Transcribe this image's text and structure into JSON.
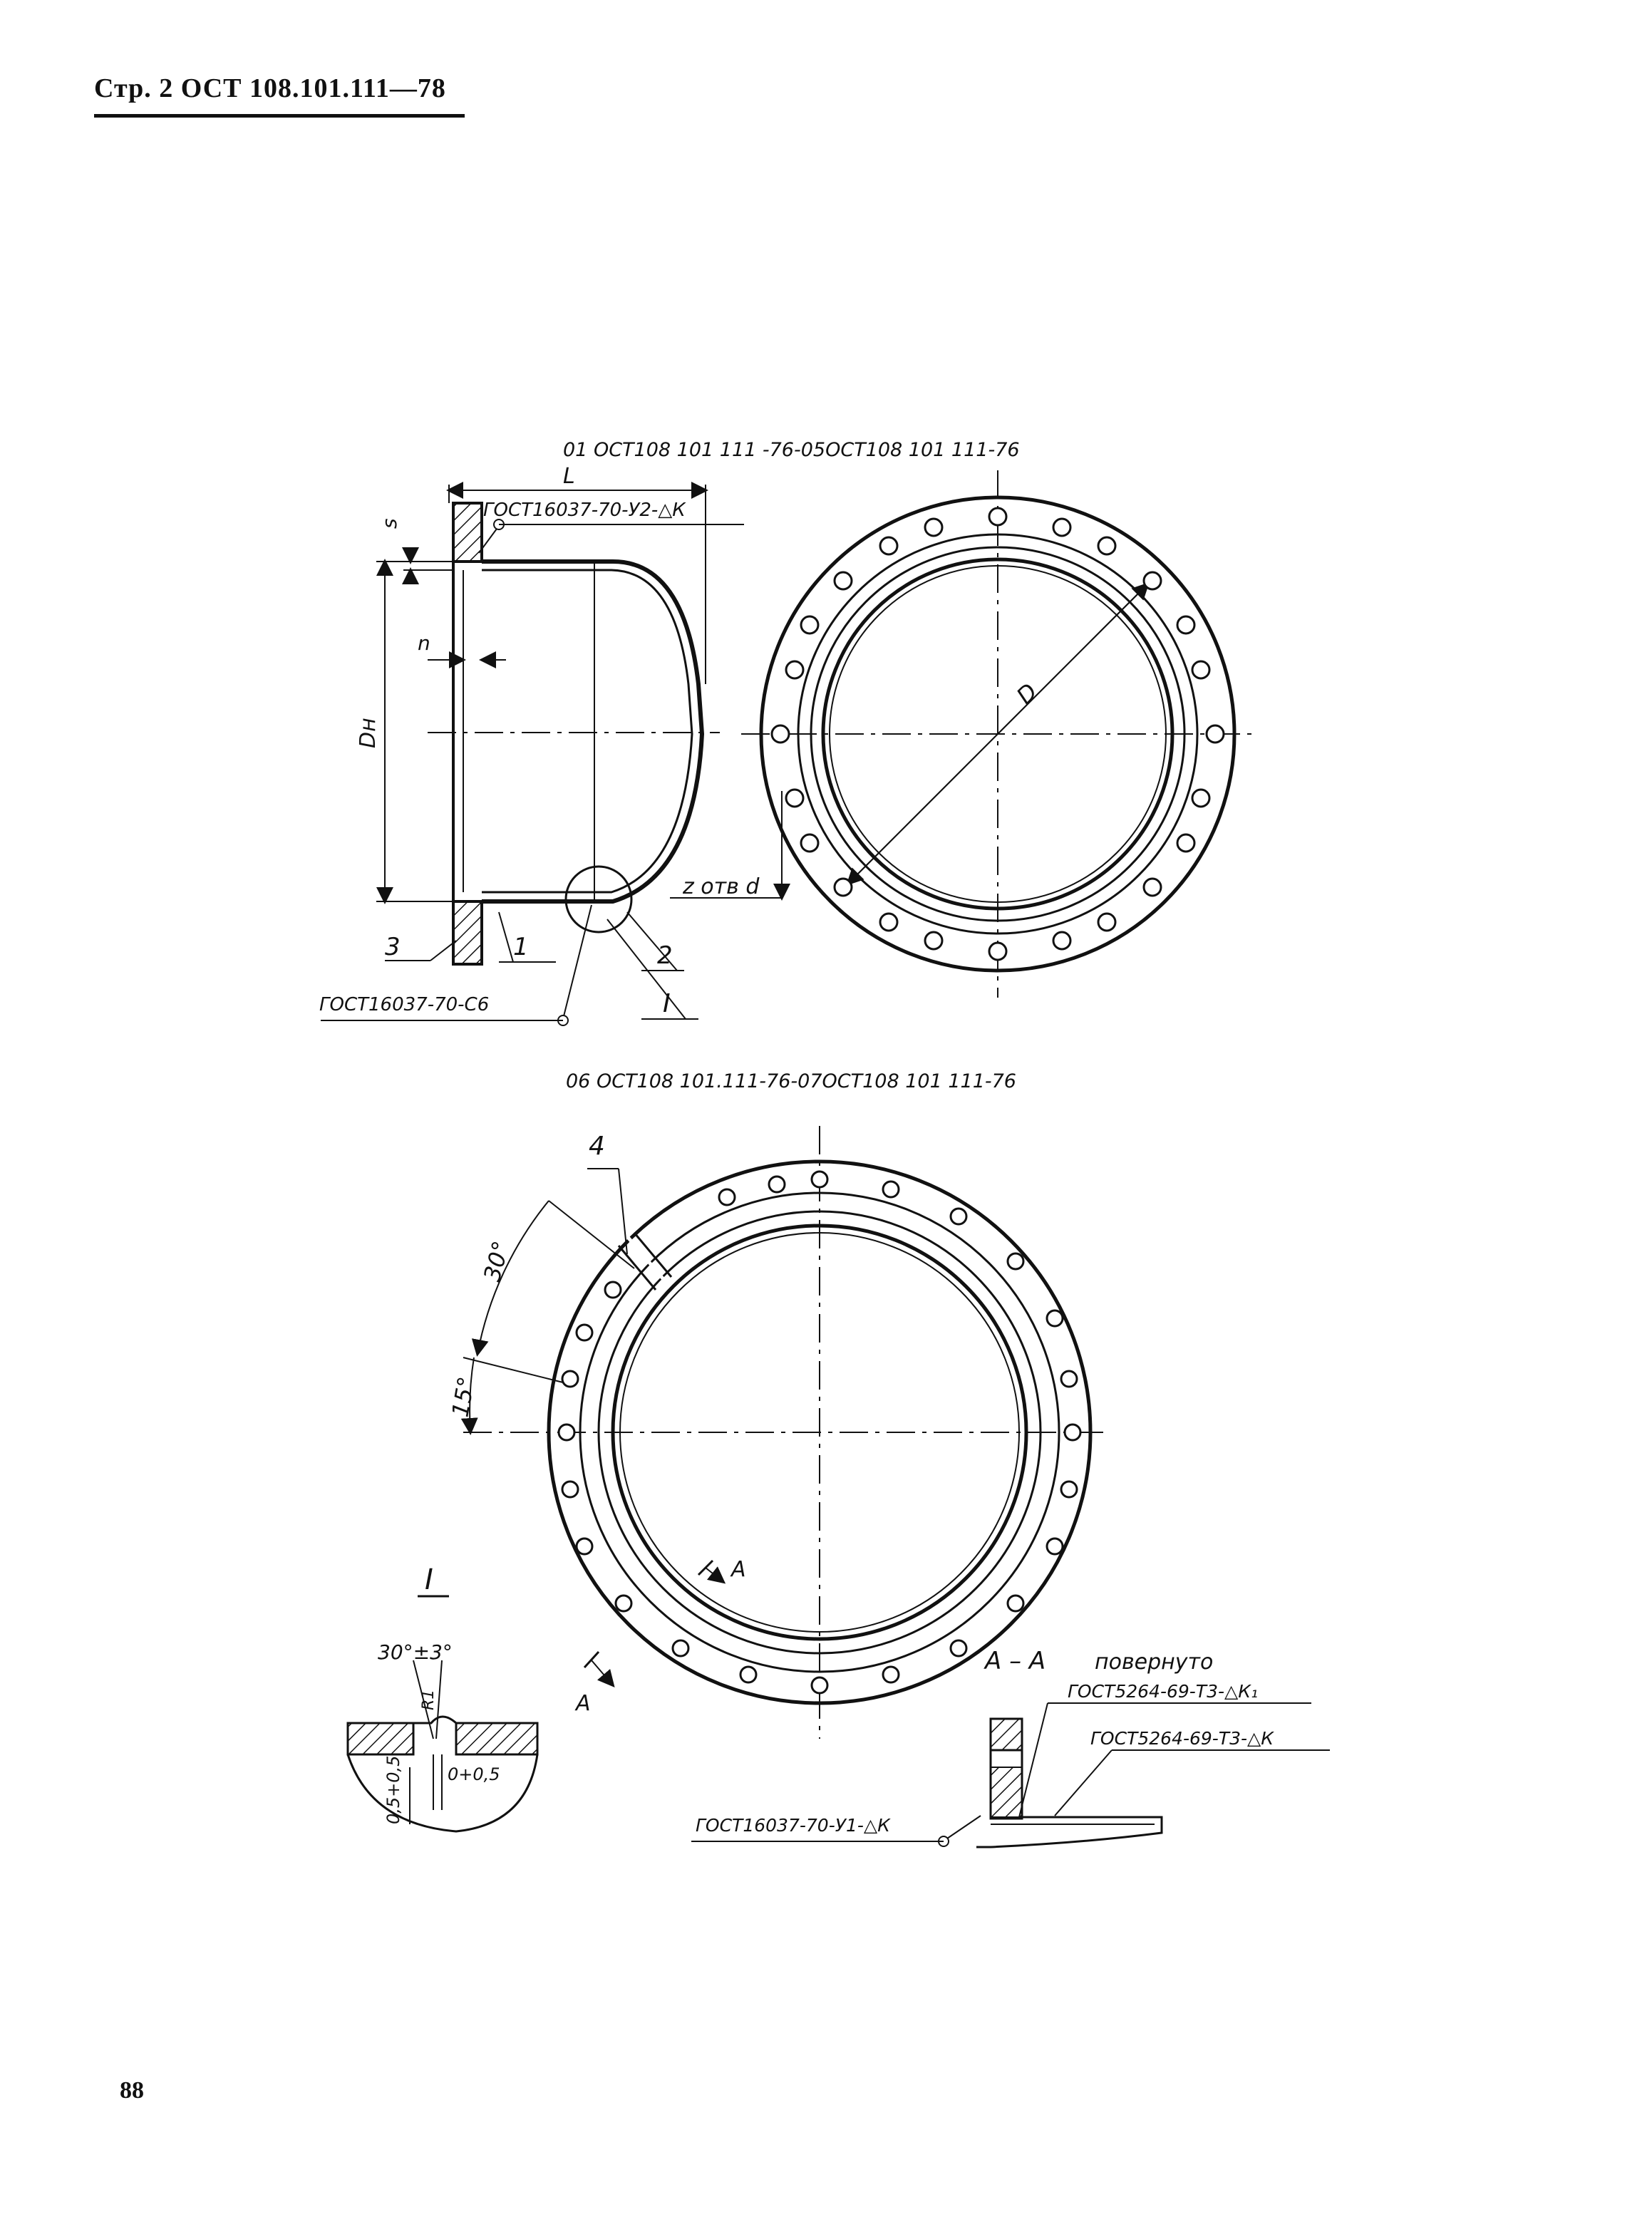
{
  "header": {
    "text": "Стр. 2   ОСТ 108.101.111—78"
  },
  "page_number": "88",
  "view1": {
    "caption": "01 ОСТ108 101 111 -76-05ОСТ108 101 111-76",
    "dim_L": "L",
    "dim_s": "s",
    "dim_n": "n",
    "dim_Dn": "Dн",
    "dim_D": "D",
    "weld_top": "ГОСТ16037-70-У2-△К",
    "weld_bottom": "ГОСТ16037-70-С6",
    "holes": "z отв d",
    "pos1": "1",
    "pos2": "2",
    "pos3": "3",
    "detail_ref": "I"
  },
  "view2": {
    "caption": "06 ОСТ108 101.111-76-07ОСТ108 101 111-76",
    "pos4": "4",
    "angle30": "30°",
    "angle15": "15°",
    "section_a": "А",
    "section_a2": "А"
  },
  "detail": {
    "title": "I",
    "angle": "30°±3°",
    "r1": "R1",
    "gap1": "0,5+0,5",
    "gap2": "0+0,5"
  },
  "section": {
    "title": "А – А",
    "rotated": "повернуто",
    "weld1": "ГОСТ5264-69-Т3-△К₁",
    "weld2": "ГОСТ5264-69-Т3-△К",
    "weld3": "ГОСТ16037-70-У1-△К"
  }
}
